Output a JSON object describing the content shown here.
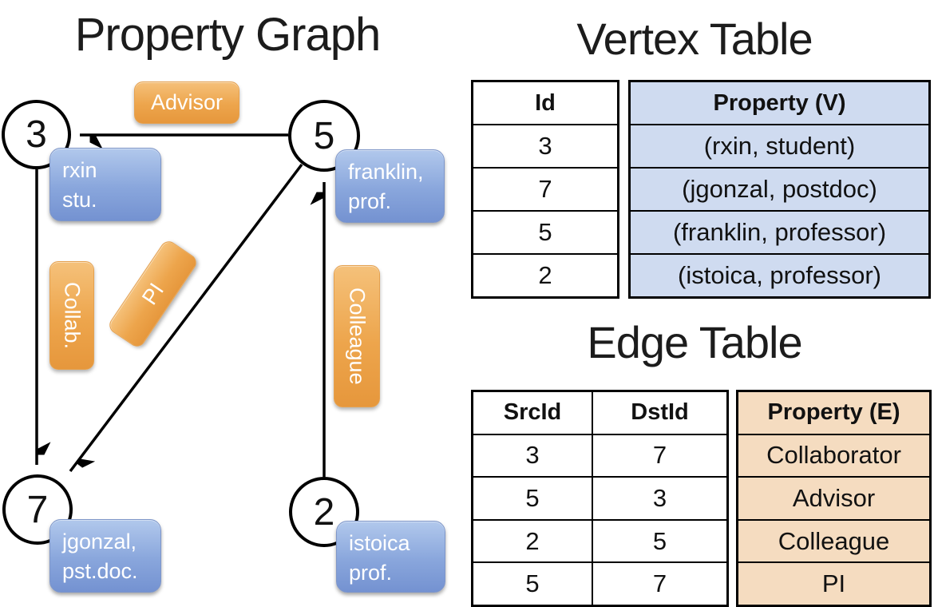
{
  "titles": {
    "property_graph": "Property Graph",
    "vertex_table": "Vertex Table",
    "edge_table": "Edge Table"
  },
  "graph": {
    "nodes": [
      {
        "id": "3",
        "label_line1": "rxin",
        "label_line2": "stu."
      },
      {
        "id": "5",
        "label_line1": "franklin,",
        "label_line2": "prof."
      },
      {
        "id": "7",
        "label_line1": "jgonzal,",
        "label_line2": "pst.doc."
      },
      {
        "id": "2",
        "label_line1": "istoica",
        "label_line2": "prof."
      }
    ],
    "edge_labels": {
      "advisor": "Advisor",
      "collab": "Collab.",
      "pi": "PI",
      "colleague": "Colleague"
    }
  },
  "vertex_table": {
    "headers": {
      "id": "Id",
      "property": "Property (V)"
    },
    "rows": [
      {
        "id": "3",
        "property": "(rxin, student)"
      },
      {
        "id": "7",
        "property": "(jgonzal, postdoc)"
      },
      {
        "id": "5",
        "property": "(franklin, professor)"
      },
      {
        "id": "2",
        "property": "(istoica, professor)"
      }
    ]
  },
  "edge_table": {
    "headers": {
      "src": "SrcId",
      "dst": "DstId",
      "property": "Property (E)"
    },
    "rows": [
      {
        "src": "3",
        "dst": "7",
        "property": "Collaborator"
      },
      {
        "src": "5",
        "dst": "3",
        "property": "Advisor"
      },
      {
        "src": "2",
        "dst": "5",
        "property": "Colleague"
      },
      {
        "src": "5",
        "dst": "7",
        "property": "PI"
      }
    ]
  },
  "colors": {
    "edge_label_orange": "#eda54c",
    "node_property_blue": "#89a6dc",
    "vertex_property_fill": "#cfdbf0",
    "edge_property_fill": "#f5dcc0",
    "line": "#000000"
  }
}
